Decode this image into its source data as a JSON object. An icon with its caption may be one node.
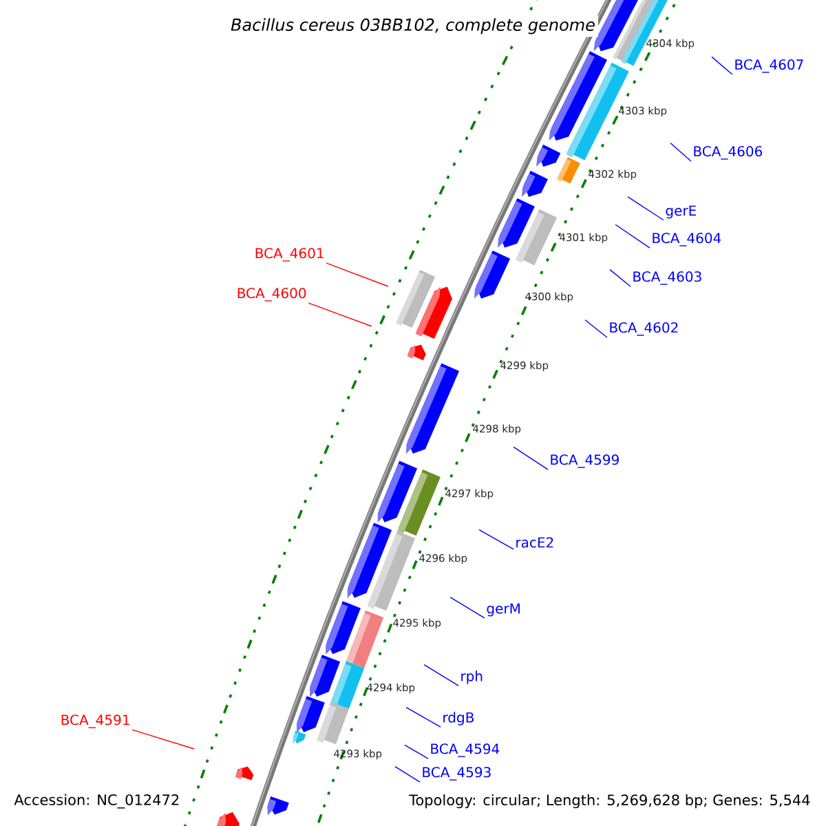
{
  "diagram": {
    "title": "Bacillus cereus 03BB102, complete genome",
    "nodes": [
      {
        "text": [
          "BCA_4607"
        ]
      },
      {
        "text": [
          "BCA_4606"
        ]
      },
      {
        "text": [
          "gerE"
        ]
      },
      {
        "text": [
          "BCA_4604"
        ]
      },
      {
        "text": [
          "BCA_4601"
        ]
      },
      {
        "text": [
          "BCA_4603"
        ]
      },
      {
        "text": [
          "BCA_4600"
        ]
      },
      {
        "text": [
          "BCA_4602"
        ]
      },
      {
        "text": [
          "BCA_4599"
        ]
      },
      {
        "text": [
          "racE2"
        ]
      },
      {
        "text": [
          "gerM"
        ]
      },
      {
        "text": [
          "rph"
        ]
      },
      {
        "text": [
          "rdgB"
        ]
      },
      {
        "text": [
          "BCA_4591"
        ]
      },
      {
        "text": [
          "BCA_4594"
        ]
      },
      {
        "text": [
          "BCA_4593"
        ]
      }
    ],
    "edges": [
      {
        "from": 0,
        "to": null,
        "arrow": "none"
      },
      {
        "from": 1,
        "to": null,
        "arrow": "none"
      },
      {
        "from": 2,
        "to": null,
        "arrow": "none"
      },
      {
        "from": 3,
        "to": null,
        "arrow": "none"
      },
      {
        "from": 4,
        "to": null,
        "arrow": "none",
        "color": "#ff0000"
      },
      {
        "from": 5,
        "to": null,
        "arrow": "none"
      },
      {
        "from": 6,
        "to": null,
        "arrow": "none",
        "color": "#ff0000"
      },
      {
        "from": 7,
        "to": null,
        "arrow": "none"
      },
      {
        "from": 8,
        "to": null,
        "arrow": "none"
      },
      {
        "from": 9,
        "to": null,
        "arrow": "none"
      },
      {
        "from": 10,
        "to": null,
        "arrow": "none"
      },
      {
        "from": 11,
        "to": null,
        "arrow": "none"
      },
      {
        "from": 12,
        "to": null,
        "arrow": "none"
      },
      {
        "from": 13,
        "to": null,
        "arrow": "none",
        "color": "#ff0000"
      },
      {
        "from": 14,
        "to": null,
        "arrow": "none"
      },
      {
        "from": 15,
        "to": null,
        "arrow": "none"
      }
    ],
    "labels": [
      "4304 kbp",
      "4303 kbp",
      "4302 kbp",
      "4301 kbp",
      "4300 kbp",
      "4299 kbp",
      "4298 kbp",
      "4297 kbp",
      "4296 kbp",
      "4295 kbp",
      "4294 kbp",
      "4293 kbp",
      "Accession: NC_012472",
      "Topology: circular; Length: 5,269,628 bp; Genes: 5,544"
    ]
  }
}
